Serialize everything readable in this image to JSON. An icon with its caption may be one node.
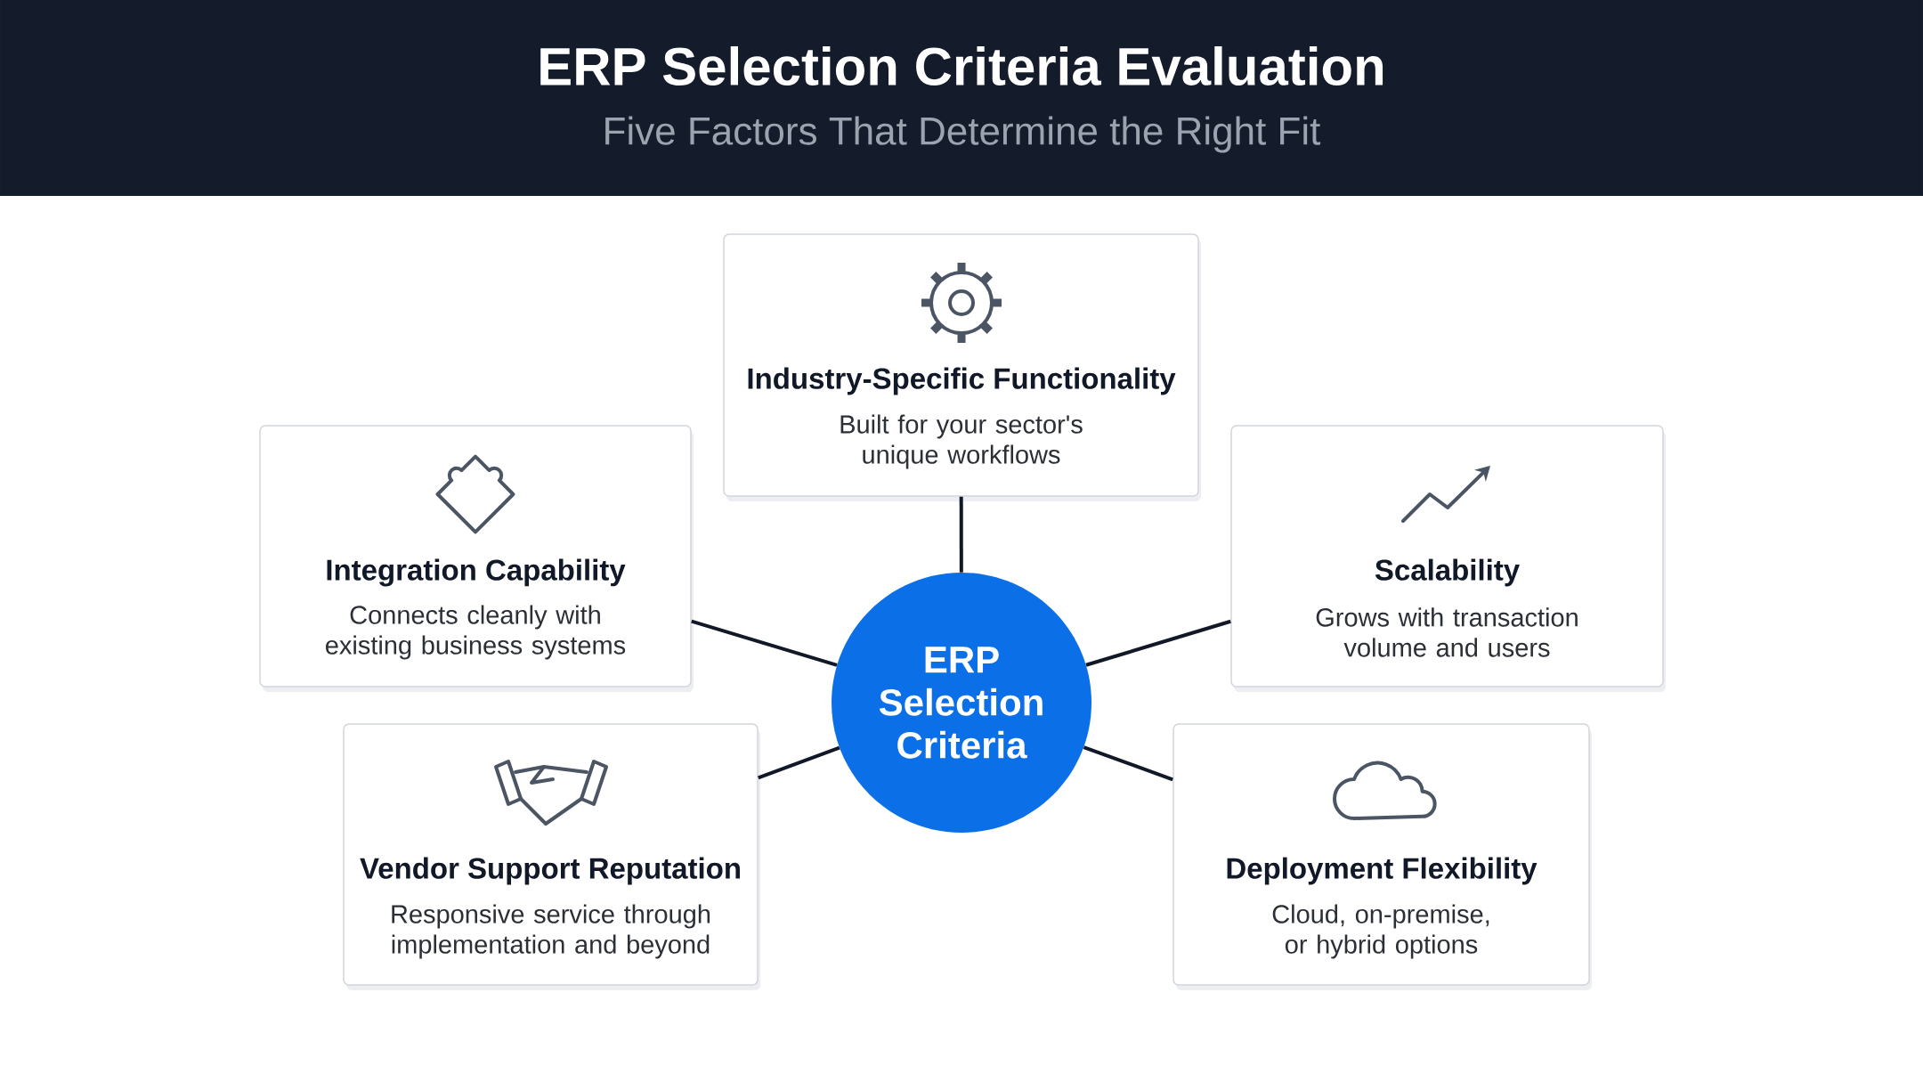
{
  "diagram": {
    "title": "ERP Selection Criteria Evaluation",
    "caption": "Five Factors That Determine the Right Fit",
    "nodes": [
      {
        "text": [
          "Industry-Specific Functionality",
          "Built for your sector's unique workflows"
        ]
      },
      {
        "text": [
          "Integration Capability",
          "Connects cleanly with existing business systems"
        ]
      },
      {
        "text": [
          "ERP Selection Criteria"
        ]
      },
      {
        "text": [
          "Scalability",
          "Grows with transaction volume and users"
        ]
      },
      {
        "text": [
          "Vendor Support Reputation",
          "Responsive service through implementation and beyond"
        ]
      },
      {
        "text": [
          "Deployment Flexibility",
          "Cloud, on-premise, or hybrid options"
        ]
      }
    ],
    "edges": [
      {
        "from": 2,
        "to": 0,
        "arrow": "none"
      },
      {
        "from": 2,
        "to": 1,
        "arrow": "none"
      },
      {
        "from": 2,
        "to": 3,
        "arrow": "none"
      },
      {
        "from": 2,
        "to": 4,
        "arrow": "none"
      },
      {
        "from": 2,
        "to": 5,
        "arrow": "none"
      }
    ]
  }
}
